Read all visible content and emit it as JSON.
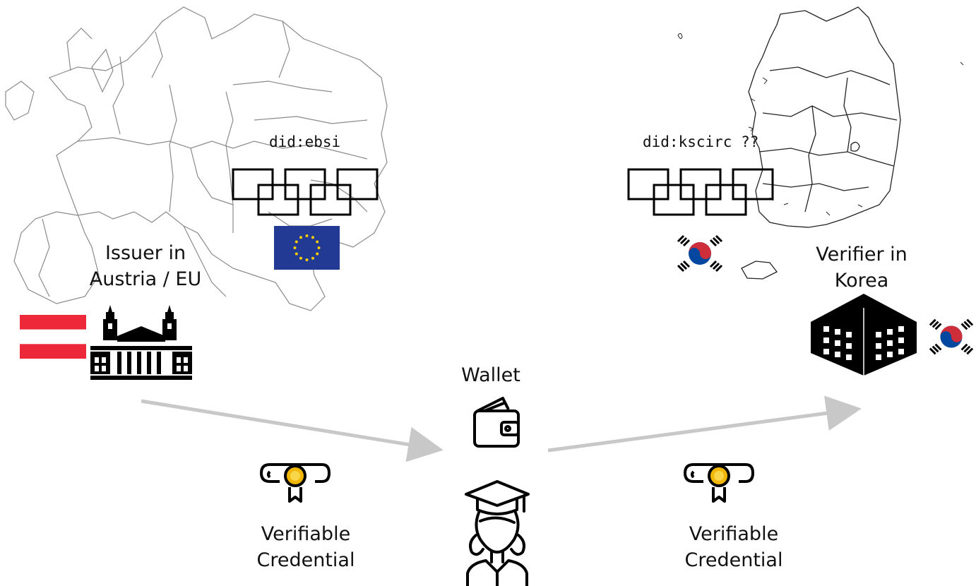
{
  "issuer": {
    "label_line1": "Issuer in",
    "label_line2": "Austria / EU",
    "did": "did:ebsi"
  },
  "verifier": {
    "label_line1": "Verifier in",
    "label_line2": "Korea",
    "did": "did:kscirc ??"
  },
  "wallet": {
    "label": "Wallet"
  },
  "credential_left": {
    "line1": "Verifiable",
    "line2": "Credential"
  },
  "credential_right": {
    "line1": "Verifiable",
    "line2": "Credential"
  },
  "colors": {
    "austria_red": "#ed2939",
    "eu_blue": "#223a93",
    "eu_star": "#ffcc00",
    "korea_red": "#cd2e3a",
    "korea_blue": "#0047a0",
    "arrow_gray": "#c8c8c8",
    "map_stroke": "#8a8a8a"
  }
}
